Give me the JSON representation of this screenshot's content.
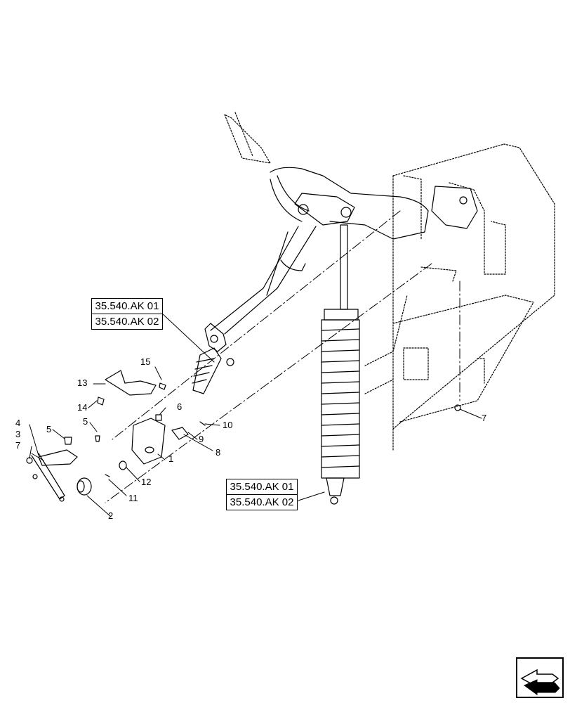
{
  "diagram": {
    "reference_boxes": [
      {
        "line1": "35.540.AK 01",
        "line2": "35.540.AK 02"
      },
      {
        "line1": "35.540.AK 01",
        "line2": "35.540.AK 02"
      }
    ],
    "callouts": [
      "1",
      "2",
      "3",
      "4",
      "5",
      "5",
      "6",
      "7",
      "7",
      "8",
      "9",
      "10",
      "11",
      "12",
      "13",
      "14",
      "15"
    ],
    "icons": [
      "next-page-arrow-icon"
    ]
  }
}
